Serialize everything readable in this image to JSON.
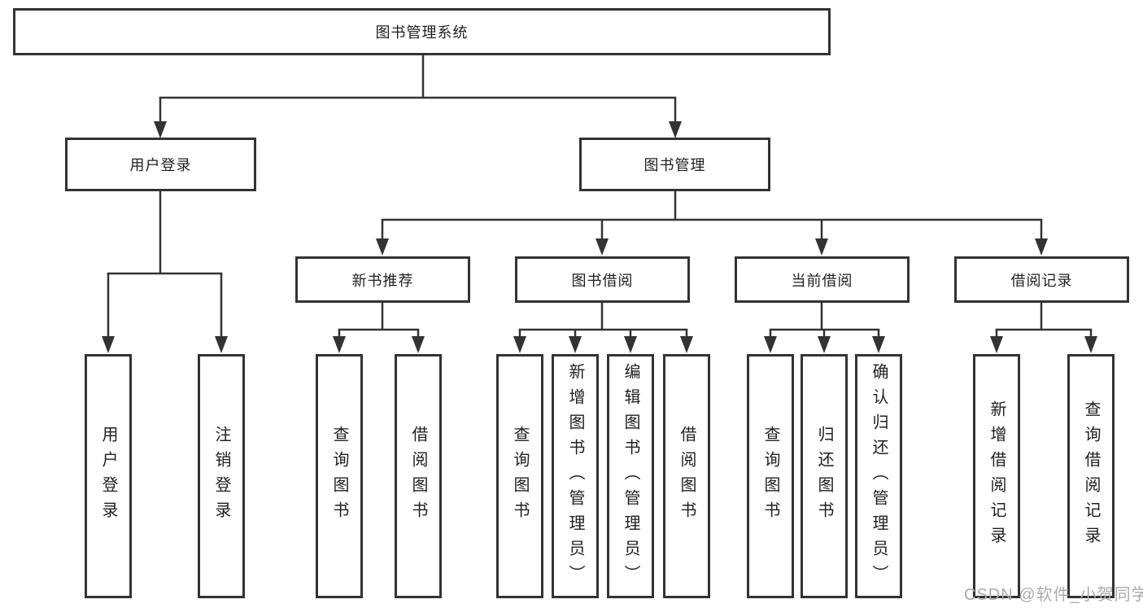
{
  "diagram": {
    "root": "图书管理系统",
    "level2": {
      "user_login": "用户登录",
      "book_manage": "图书管理"
    },
    "level3": {
      "new_book": "新书推荐",
      "book_borrow": "图书借阅",
      "current_borrow": "当前借阅",
      "borrow_record": "借阅记录"
    },
    "leaves": {
      "login": [
        "用户登录",
        "注销登录"
      ],
      "new_book": [
        "查询图书",
        "借阅图书"
      ],
      "book_borrow": [
        "查询图书",
        "新增图书（管理员）",
        "编辑图书（管理员）",
        "借阅图书"
      ],
      "current_borrow": [
        "查询图书",
        "归还图书",
        "确认归还（管理员）"
      ],
      "borrow_record": [
        "新增借阅记录",
        "查询借阅记录"
      ]
    }
  },
  "watermark": "CSDN @软件_小贺同学",
  "colors": {
    "line": "#333333",
    "text": "#1f1f1f",
    "watermark": "#ababab",
    "bg": "#ffffff"
  }
}
